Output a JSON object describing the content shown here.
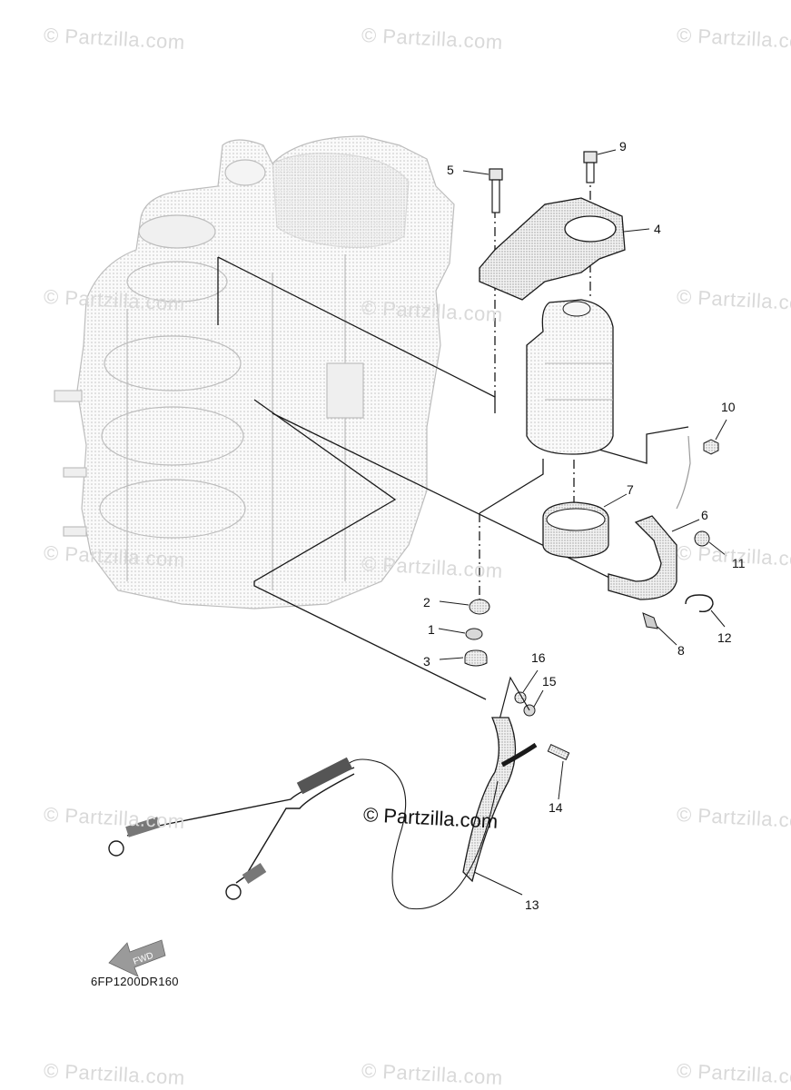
{
  "watermark": {
    "text": "© Partzilla.com",
    "main_text": "© Partzilla.com"
  },
  "diagram_code": "6FP1200DR160",
  "fwd_label": "FWD",
  "callouts": [
    "1",
    "2",
    "3",
    "4",
    "5",
    "6",
    "7",
    "8",
    "9",
    "10",
    "11",
    "12",
    "13",
    "14",
    "15",
    "16"
  ],
  "colors": {
    "line": "#1a1a1a",
    "ghost": "#c8c8c8",
    "part_dark": "#555555",
    "part_light": "#e6e6e6",
    "watermark": "#d9d9d9"
  }
}
